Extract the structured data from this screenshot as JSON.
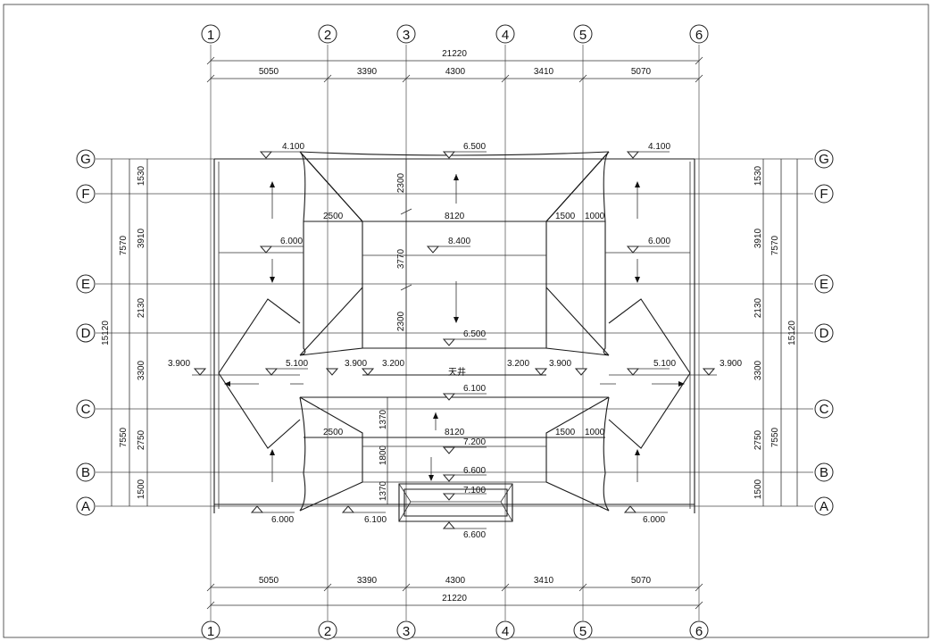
{
  "grid_cols": [
    "1",
    "2",
    "3",
    "4",
    "5",
    "6"
  ],
  "grid_rows": [
    "G",
    "F",
    "E",
    "D",
    "C",
    "B",
    "A"
  ],
  "dims": {
    "total_w": "21220",
    "bays_w": [
      "5050",
      "3390",
      "4300",
      "3410",
      "5070"
    ],
    "total_h": "15120",
    "half_h_top": "7570",
    "half_h_bot": "7550",
    "bays_h": [
      "1530",
      "3910",
      "2130",
      "3300",
      "2750",
      "1500"
    ],
    "center_top": [
      "2300",
      "3770",
      "2300"
    ],
    "center_bot": [
      "1370",
      "1800",
      "1370"
    ],
    "eave_top_left": "2500",
    "eave_top_right": [
      "1500",
      "1000"
    ],
    "eave_bot_left": "2500",
    "eave_bot_right": [
      "1500",
      "1000"
    ],
    "ridge_top": "8120",
    "ridge_bot": "8120"
  },
  "elevations": {
    "g_left": "4.100",
    "g_center": "6.500",
    "g_right": "4.100",
    "f_left": "6.000",
    "e_center": "8.400",
    "f_right": "6.000",
    "d_center": "6.500",
    "side_left": "3.900",
    "side_right": "3.900",
    "wing_left": "5.100",
    "wing_right": "5.100",
    "c_l1": "3.900",
    "c_l2": "3.200",
    "c_r1": "3.200",
    "c_r2": "3.900",
    "courtyard": "天井",
    "c_center": "6.100",
    "b_center": "7.200",
    "b_low": "6.600",
    "a_top": "7.100",
    "a_left": "6.000",
    "a_mid": "6.100",
    "a_right": "6.000",
    "a_bottom": "6.600"
  }
}
